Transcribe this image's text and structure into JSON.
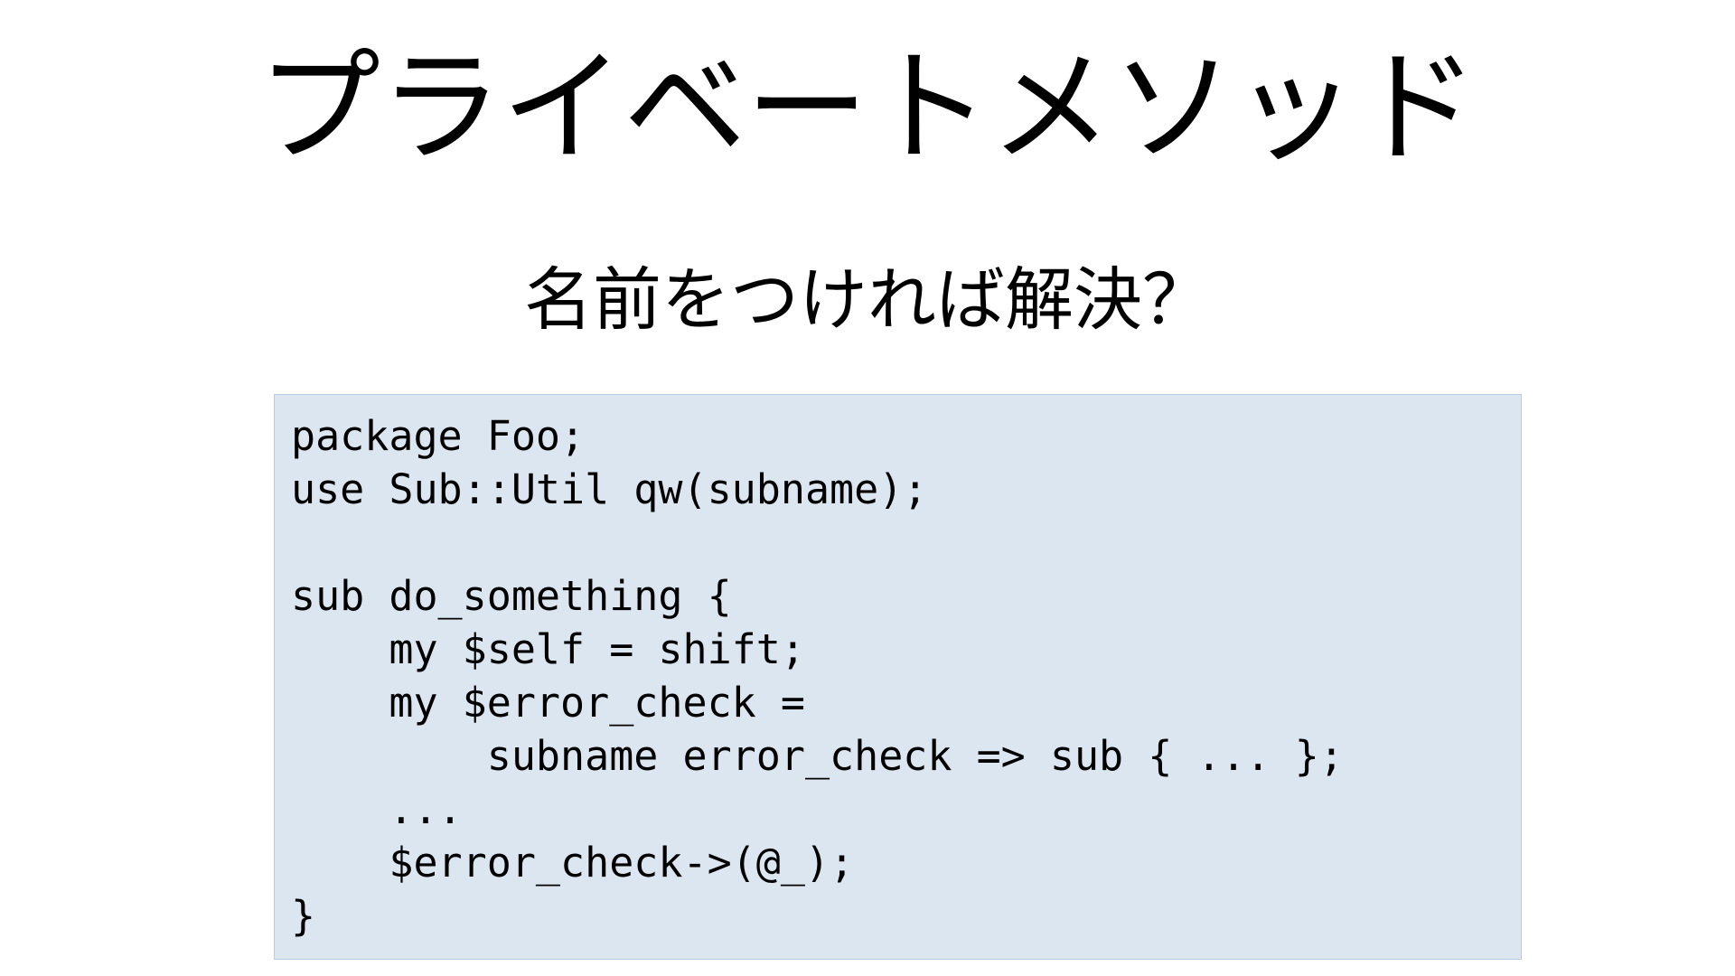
{
  "slide": {
    "title": "プライベートメソッド",
    "subtitle": "名前をつければ解決？",
    "background_color": "#ffffff",
    "text_color": "#000000"
  },
  "code_block": {
    "background_color": "#dce6f1",
    "border_color": "#b8cce4",
    "language": "perl",
    "lines": [
      "package Foo;",
      "use Sub::Util qw(subname);",
      "",
      "sub do_something {",
      "    my $self = shift;",
      "    my $error_check =",
      "        subname error_check => sub { ... };",
      "    ...",
      "    $error_check->(@_);",
      "}"
    ]
  }
}
